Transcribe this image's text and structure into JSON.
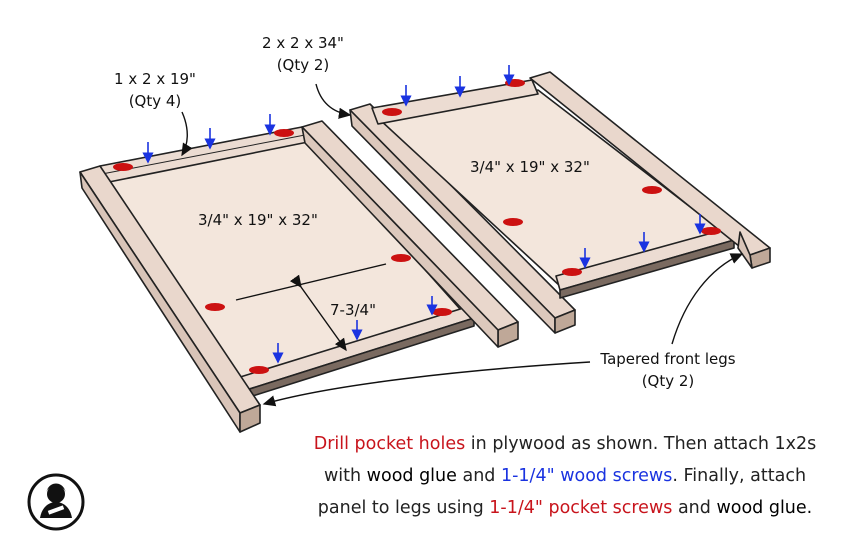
{
  "labels": {
    "board_1x2": "1 x 2 x 19\"",
    "board_1x2_qty": "(Qty 4)",
    "board_2x2": "2 x 2 x 34\"",
    "board_2x2_qty": "(Qty 2)",
    "panel_left": "3/4\" x 19\" x 32\"",
    "panel_right": "3/4\" x 19\" x 32\"",
    "dimension": "7-3/4\"",
    "tapered": "Tapered front legs",
    "tapered_qty": "(Qty 2)"
  },
  "instructions": {
    "t1": "Drill pocket holes",
    "t2": " in plywood as shown. Then attach 1x2s",
    "t3": "with ",
    "t4": "wood glue",
    "t5": " and ",
    "t6": "1-1/4\" wood screws",
    "t7": ". Finally, attach",
    "t8": "panel to legs using ",
    "t9": "1-1/4\" pocket screws",
    "t10": " and ",
    "t11": "wood glue."
  },
  "colors": {
    "pocket_hole": "#cc1111",
    "screw_arrow": "#1a33e0",
    "wood": "#eddcd2",
    "plywood": "#f3e6dc",
    "accent_red": "#c8141c",
    "accent_blue": "#1a33e0"
  },
  "icons": {
    "logo": "woodworker-logo-icon"
  }
}
